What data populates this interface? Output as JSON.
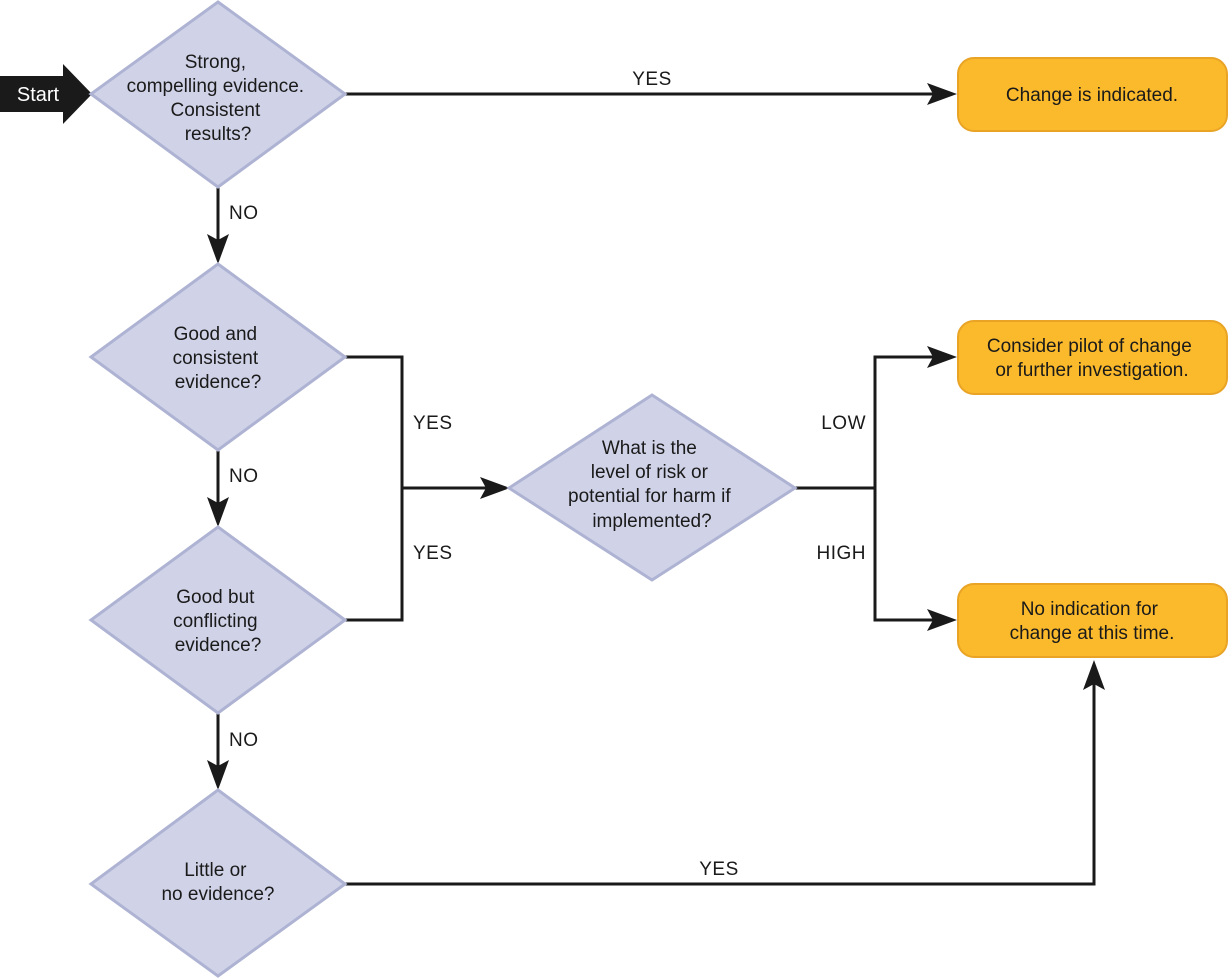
{
  "start": {
    "label": "Start"
  },
  "nodes": {
    "strong": {
      "lines": [
        "Strong,",
        "compelling evidence.",
        "Consistent",
        "results?"
      ]
    },
    "good_consistent": {
      "lines": [
        "Good and",
        "consistent",
        "evidence?"
      ]
    },
    "good_conflicting": {
      "lines": [
        "Good but",
        "conflicting",
        "evidence?"
      ]
    },
    "little": {
      "lines": [
        "Little or",
        "no evidence?"
      ]
    },
    "risk": {
      "lines": [
        "What is the",
        "level of risk or",
        "potential for harm if",
        "implemented?"
      ]
    }
  },
  "outcomes": {
    "change": {
      "lines": [
        "Change is indicated."
      ]
    },
    "pilot": {
      "lines": [
        "Consider pilot of change",
        "or further investigation."
      ]
    },
    "no_change": {
      "lines": [
        "No indication for",
        "change at this time."
      ]
    }
  },
  "edges": {
    "strong_yes": "YES",
    "strong_no": "NO",
    "good_consistent_yes": "YES",
    "good_consistent_no": "NO",
    "good_conflicting_yes": "YES",
    "good_conflicting_no": "NO",
    "little_yes": "YES",
    "risk_low": "LOW",
    "risk_high": "HIGH"
  },
  "colors": {
    "decision_fill": "#d0d3e8",
    "decision_stroke": "#aeb3d3",
    "outcome_fill": "#fbba2b",
    "outcome_stroke": "#e9a426",
    "connector": "#1a1a1a",
    "start_fill": "#1a1a1a"
  }
}
